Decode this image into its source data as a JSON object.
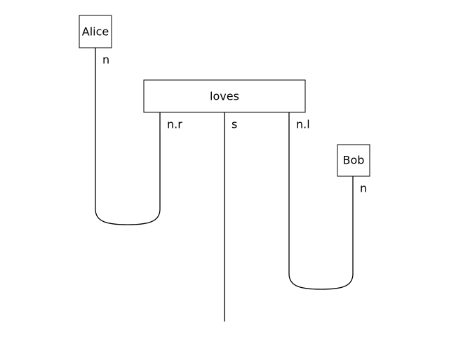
{
  "diagram": {
    "boxes": {
      "alice": "Alice",
      "loves": "loves",
      "bob": "Bob"
    },
    "wires": {
      "alice_output": "n",
      "loves_left": "n.r",
      "loves_middle": "s",
      "loves_right": "n.l",
      "bob_output": "n"
    }
  }
}
